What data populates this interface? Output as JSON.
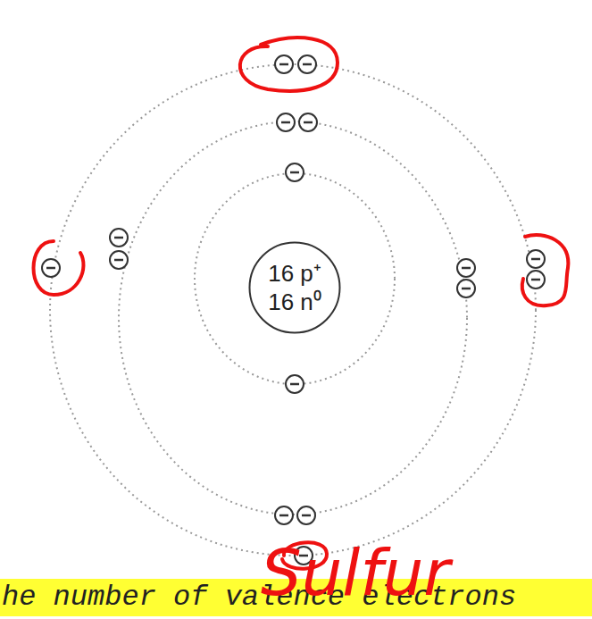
{
  "diagram": {
    "nodes": [
      {
        "text": [
          "16 p⁺",
          "16 n⁰"
        ]
      }
    ],
    "labels": [
      "Sulfur",
      "he number of valence electrons"
    ]
  }
}
